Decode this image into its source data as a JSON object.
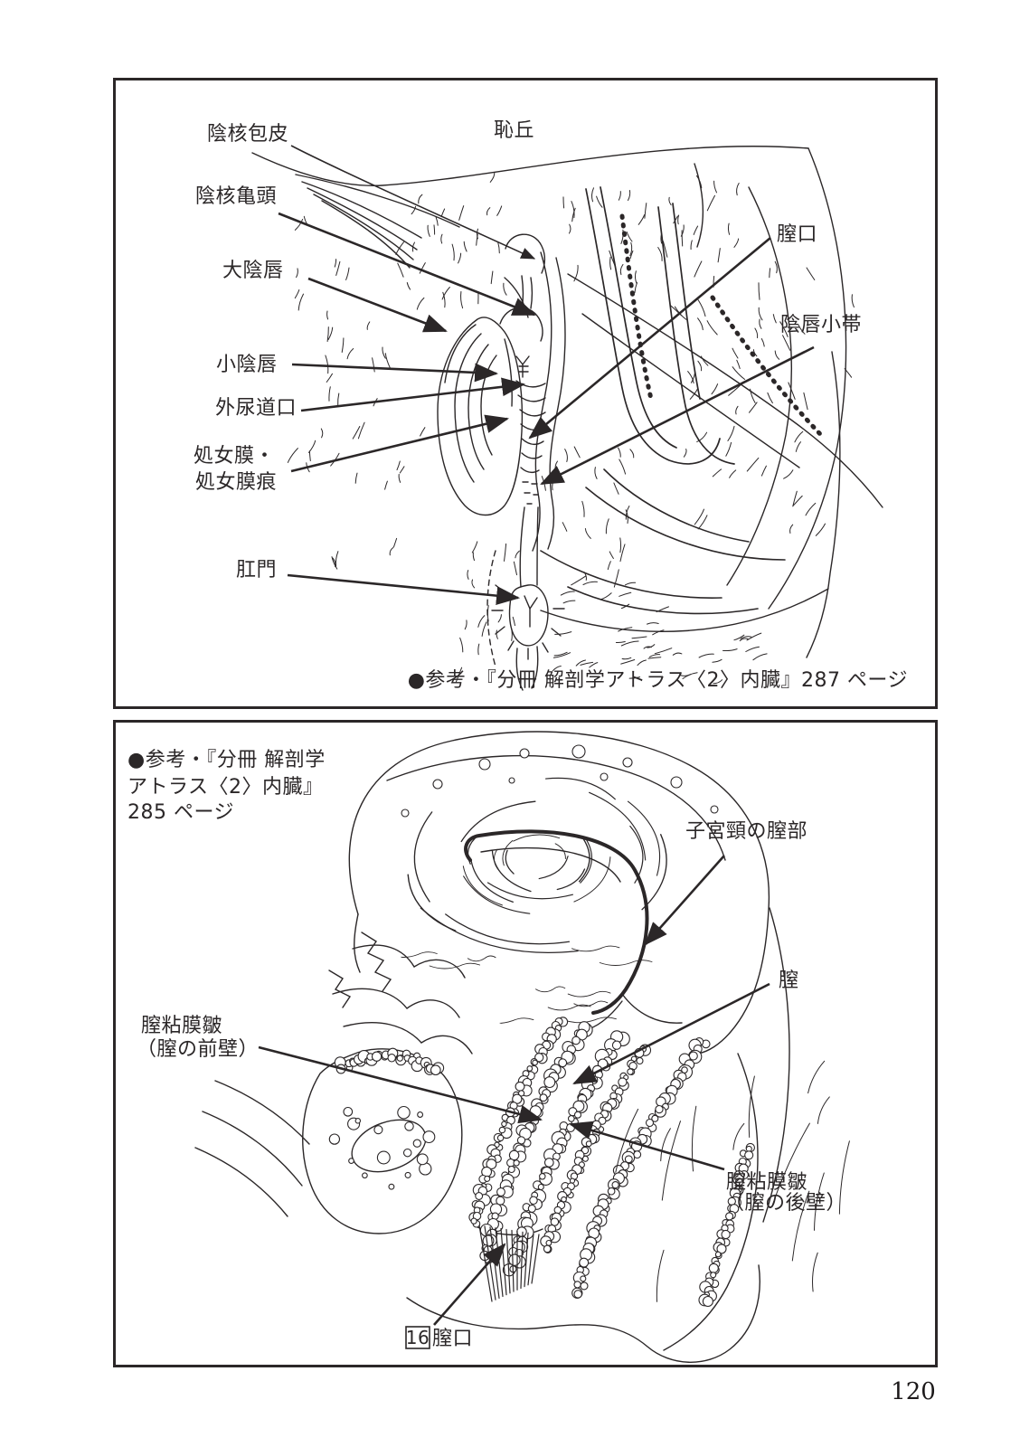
{
  "page": {
    "number": "120"
  },
  "colors": {
    "ink": "#2b2728",
    "paper": "#ffffff"
  },
  "panel1": {
    "reference": "●参考・『分冊 解剖学アトラス〈2〉内臓』287 ページ",
    "labels": {
      "prepuce": "陰核包皮",
      "mons_pubis": "恥丘",
      "glans_clitoris": "陰核亀頭",
      "labia_majora": "大陰唇",
      "labia_minora": "小陰唇",
      "urethral_opening": "外尿道口",
      "hymen_line1": "処女膜・",
      "hymen_line2": "処女膜痕",
      "anus": "肛門",
      "vaginal_opening": "膣口",
      "labial_frenulum": "陰唇小帯"
    }
  },
  "panel2": {
    "reference_line1": "●参考・『分冊 解剖学",
    "reference_line2": "アトラス〈2〉内臓』",
    "reference_line3": "285 ページ",
    "labels": {
      "cervix_vaginal_part": "子宮頸の膣部",
      "vagina": "膣",
      "mucosal_folds_front_line1": "膣粘膜皺",
      "mucosal_folds_front_line2": "（膣の前壁）",
      "mucosal_folds_back_line1": "膣粘膜皺",
      "mucosal_folds_back_line2": "（膣の後壁）",
      "figure_number": "16",
      "vaginal_opening": "膣口"
    }
  }
}
